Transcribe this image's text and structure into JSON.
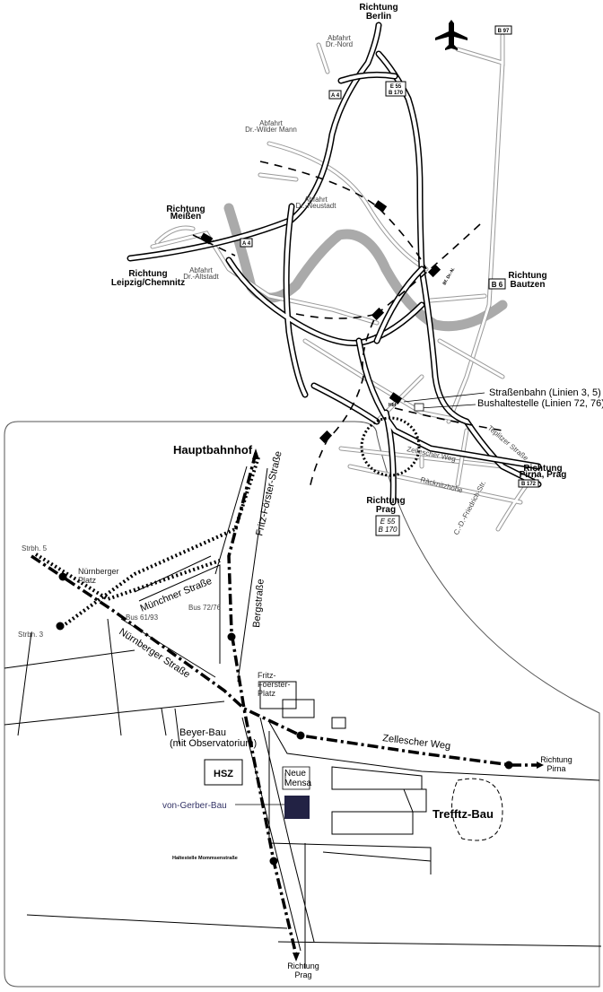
{
  "directions": {
    "berlin": [
      "Richtung",
      "Berlin"
    ],
    "meissen": [
      "Richtung",
      "Meißen"
    ],
    "leipzig": [
      "Richtung",
      "Leipzig/Chemnitz"
    ],
    "bautzen": [
      "Richtung",
      "Bautzen"
    ],
    "prag_top": [
      "Richtung",
      "Prag"
    ],
    "pirna_prag": [
      "Richtung",
      "Pirna, Prag"
    ],
    "pirna": [
      "Richtung",
      "Pirna"
    ],
    "prag_bottom": [
      "Richtung",
      "Prag"
    ]
  },
  "exits": {
    "nord": [
      "Abfahrt",
      "Dr.-Nord"
    ],
    "wilder_mann": [
      "Abfahrt",
      "Dr.-Wilder Mann"
    ],
    "neustadt": [
      "Abfahrt",
      "Dr.-Neustadt"
    ],
    "altstadt": [
      "Abfahrt",
      "Dr.-Altstadt"
    ]
  },
  "road_signs": {
    "b97": "B 97",
    "a4_top": "A 4",
    "a4_bottom": "A 4",
    "e55_top": [
      "E 55",
      "B 170"
    ],
    "b6": "B 6",
    "b172": "B 172",
    "e55_bottom": [
      "E 55",
      "B 170"
    ]
  },
  "stations": {
    "bf_dr_n": "Bf. Dr.-N.",
    "hbf": "Hbf"
  },
  "legend": {
    "tram": "Straßenbahn (Linien 3, 5)",
    "bus": "Bushaltestelle (Linien 72, 76)"
  },
  "streets": {
    "teplitzer": "Teplitzer Straße",
    "zellescher_small": "Zellescher Weg",
    "raecknitzhoehe": "Räcknitzhöhe",
    "cd_friedrich": "C.-D.-Friedrich-Str.",
    "fritz_foerster_str": "Fritz-Förster-Straße",
    "muenchner": "Münchner Straße",
    "nuernberger": "Nürnberger Straße",
    "bergstrasse": "Bergstraße",
    "zellescher": "Zellescher Weg"
  },
  "places": {
    "hauptbahnhof": "Hauptbahnhof",
    "nuernberger_platz": [
      "Nürnberger",
      "Platz"
    ],
    "fritz_foerster_platz": [
      "Fritz-",
      "Foerster-",
      "Platz"
    ],
    "strbh5": "Strbh. 5",
    "strbh3": "Strbh. 3",
    "bus6193": "Bus 61/93",
    "bus7276": "Bus 72/76",
    "beyer_bau": [
      "Beyer-Bau",
      "(mit Observatorium)"
    ],
    "hsz": "HSZ",
    "neue_mensa": [
      "Neue",
      "Mensa"
    ],
    "von_gerber_bau": "von-Gerber-Bau",
    "trefftz_bau": "Trefftz-Bau",
    "haltestelle": "Haltestelle Mommsenstraße"
  },
  "colors": {
    "river": "#aaaaaa",
    "von_gerber": "#222244"
  }
}
